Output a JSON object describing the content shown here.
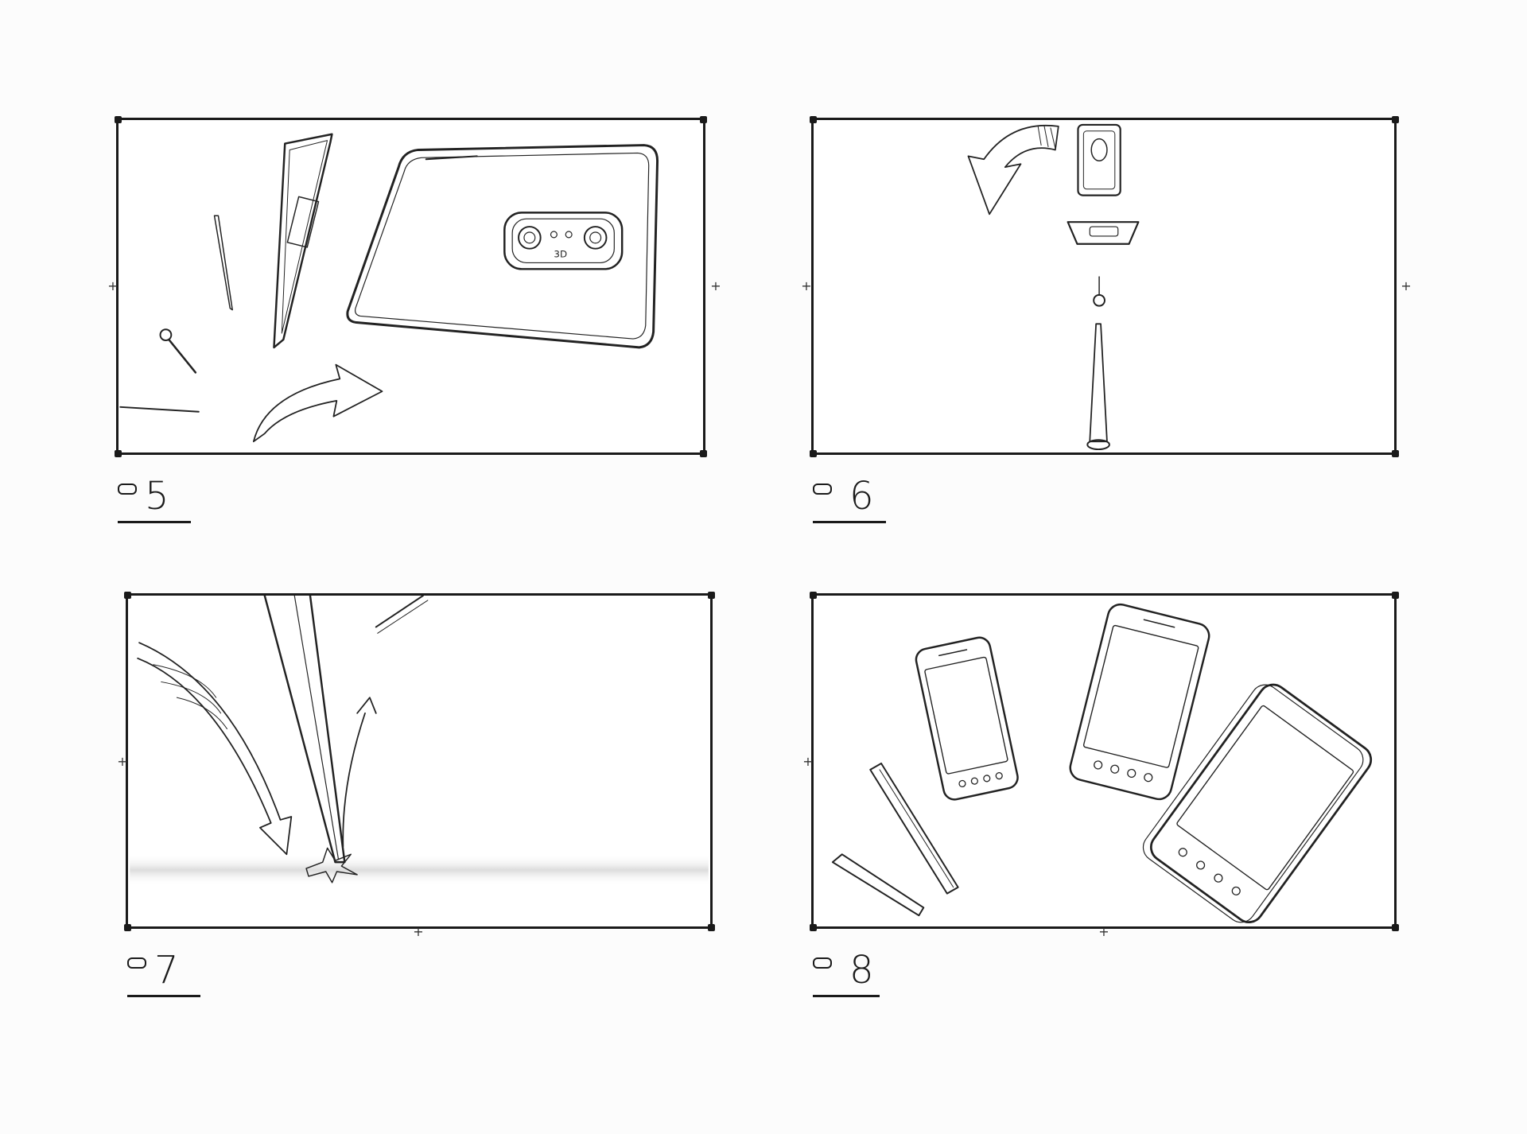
{
  "panels": [
    {
      "id": "panel-05",
      "label": "5"
    },
    {
      "id": "panel-06",
      "label": "6"
    },
    {
      "id": "panel-07",
      "label": "7"
    },
    {
      "id": "panel-08",
      "label": "8"
    }
  ],
  "colors": {
    "ink": "#1a1a1a",
    "paper": "#fcfcfc",
    "frame_fill": "#ffffff"
  }
}
